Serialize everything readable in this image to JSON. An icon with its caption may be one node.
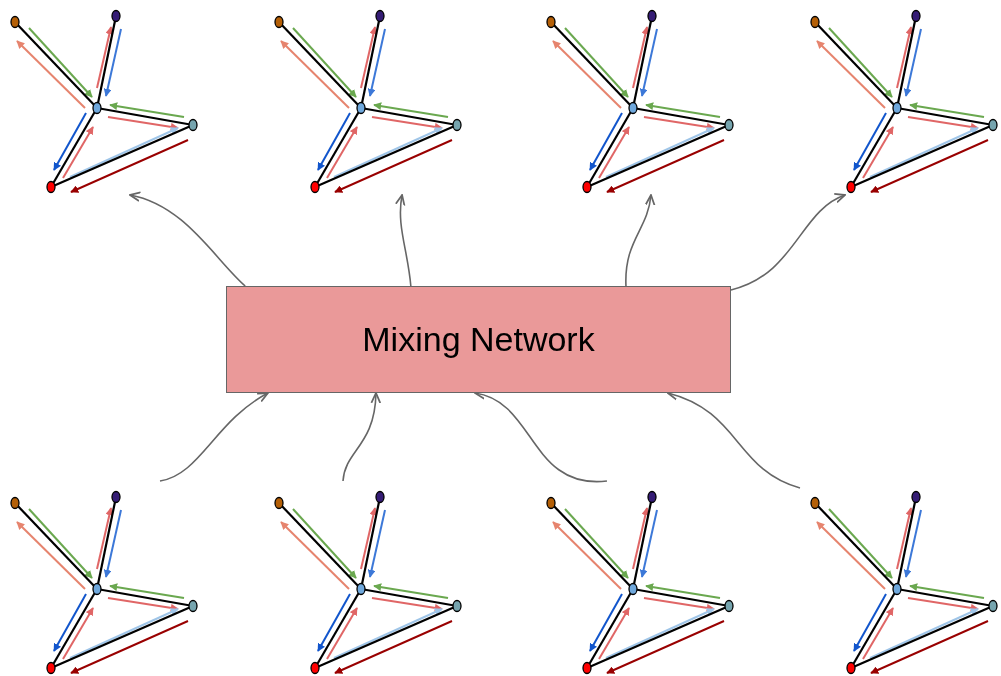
{
  "diagram": {
    "nodes": [
      {
        "text": [],
        "shape": "picture"
      },
      {
        "text": [],
        "shape": "picture"
      },
      {
        "text": [],
        "shape": "picture"
      },
      {
        "text": [],
        "shape": "picture"
      },
      {
        "text": [
          "Mixing Network"
        ]
      },
      {
        "text": [],
        "shape": "picture"
      },
      {
        "text": [],
        "shape": "picture"
      },
      {
        "text": [],
        "shape": "picture"
      },
      {
        "text": [],
        "shape": "picture"
      }
    ],
    "edges": [
      {
        "from": 4,
        "to": 0,
        "arrow": "to"
      },
      {
        "from": 4,
        "to": 1,
        "arrow": "to"
      },
      {
        "from": 4,
        "to": 2,
        "arrow": "to"
      },
      {
        "from": 4,
        "to": 3,
        "arrow": "to"
      },
      {
        "from": 5,
        "to": 4,
        "arrow": "to"
      },
      {
        "from": 6,
        "to": 4,
        "arrow": "to"
      },
      {
        "from": 7,
        "to": 4,
        "arrow": "to"
      },
      {
        "from": 8,
        "to": 4,
        "arrow": "to"
      }
    ]
  }
}
